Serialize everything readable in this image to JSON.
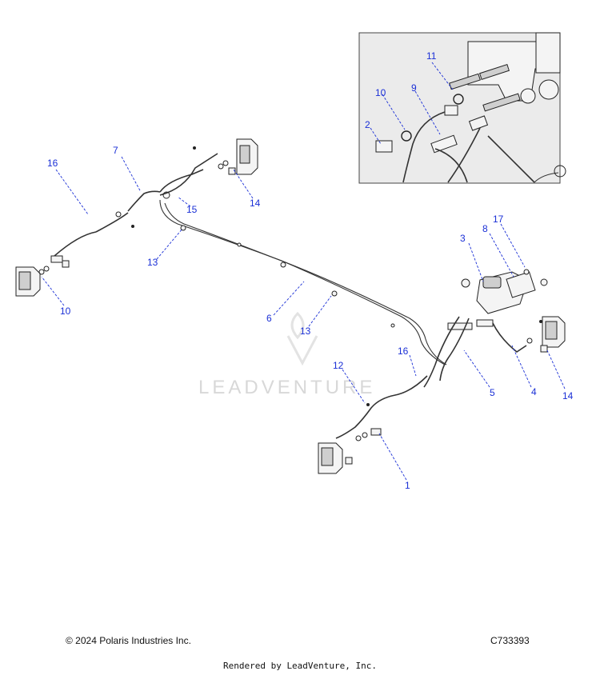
{
  "watermark": {
    "text": "LEADVENTURE"
  },
  "footer": {
    "copyright": "© 2024 Polaris Industries Inc.",
    "diagram_code": "C733393",
    "rendered_by": "Rendered by LeadVenture, Inc."
  },
  "callouts": {
    "inset_11": "11",
    "inset_10": "10",
    "inset_9": "9",
    "inset_2": "2",
    "c7": "7",
    "c16_left": "16",
    "c15": "15",
    "c14_top": "14",
    "c13_left": "13",
    "c10_left": "10",
    "c6": "6",
    "c13_mid": "13",
    "c3": "3",
    "c8": "8",
    "c17": "17",
    "c16_mid": "16",
    "c12": "12",
    "c5": "5",
    "c4": "4",
    "c14_right": "14",
    "c1": "1"
  },
  "colors": {
    "callout": "#1a2fd6",
    "inset_bg": "#ebebeb"
  }
}
